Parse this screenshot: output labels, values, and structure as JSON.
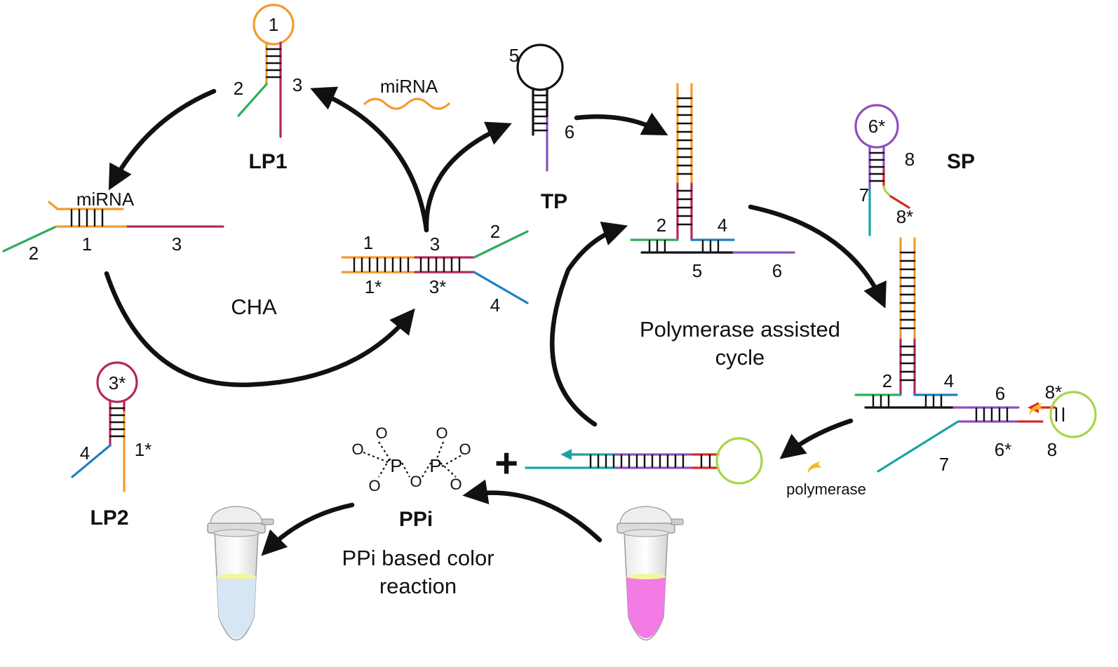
{
  "colors": {
    "orange": "#F39A2B",
    "crimson": "#B5285E",
    "green": "#2EAE5B",
    "blue": "#1F7FC4",
    "purple": "#8E4FBF",
    "teal": "#1BA3A4",
    "red": "#D62828",
    "lime": "#A6D646",
    "black": "#111111",
    "magenta": "#F27BE6",
    "paleblue": "#D7E6F5",
    "yellow": "#F5B91E"
  },
  "labels": {
    "lp1": "LP1",
    "lp2": "LP2",
    "tp": "TP",
    "sp": "SP",
    "ppi": "PPi",
    "cha": "CHA",
    "mirna": "miRNA",
    "mirna_bound": "miRNA",
    "polymerase": "polymerase",
    "poly_cycle_line1": "Polymerase assisted",
    "poly_cycle_line2": "cycle",
    "color_line1": "PPi based color",
    "color_line2": "reaction",
    "plus": "+",
    "oxygen": "O",
    "phosphorus": "P"
  },
  "domains": {
    "lp1_loop": "1",
    "lp1_left": "2",
    "lp1_right": "3",
    "int_2": "2",
    "int_1": "1",
    "int_3": "3",
    "dup_1": "1",
    "dup_3": "3",
    "dup_1s": "1*",
    "dup_3s": "3*",
    "dup_2": "2",
    "dup_4": "4",
    "lp2_loop": "3*",
    "lp2_left": "4",
    "lp2_right": "1*",
    "tp_loop": "5",
    "tp_stem": "6",
    "tc_2": "2",
    "tc_4": "4",
    "tc_5": "5",
    "tc_6": "6",
    "sp_loop": "6*",
    "sp_8": "8",
    "sp_7": "7",
    "sp_8s": "8*",
    "cx_2": "2",
    "cx_4": "4",
    "cx_6": "6",
    "cx_8s": "8*",
    "cx_7": "7",
    "cx_6s": "6*",
    "cx_8": "8"
  }
}
